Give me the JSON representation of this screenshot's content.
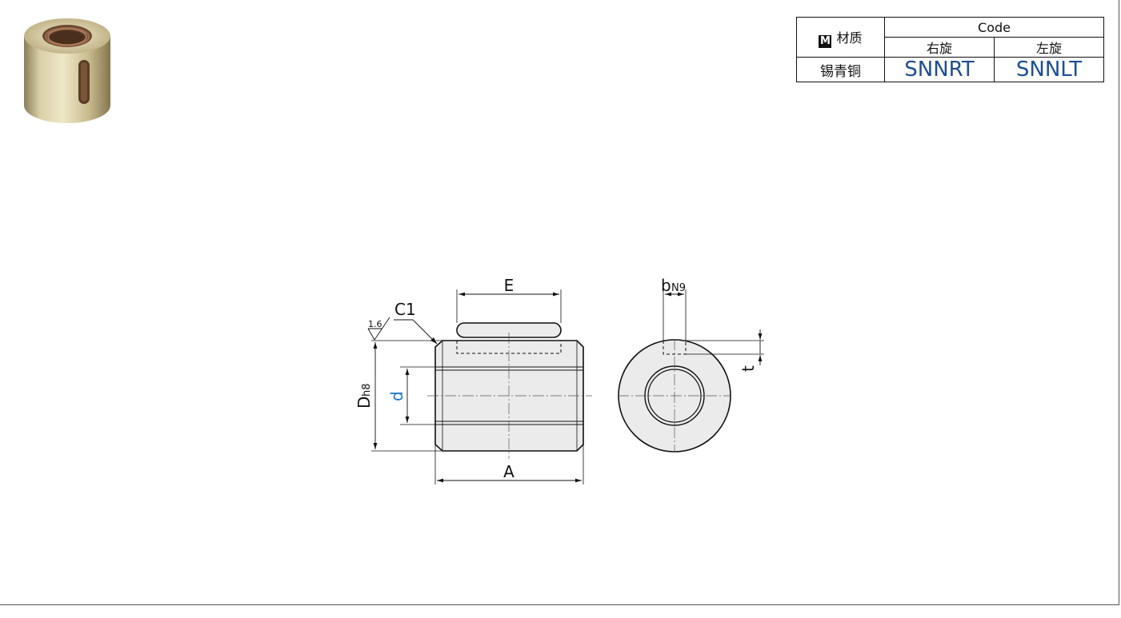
{
  "product_photo": {
    "icon": "brass-nut-photo"
  },
  "spec_table": {
    "material_header": "材质",
    "material_badge": "M",
    "code_header": "Code",
    "right_hand_label": "右旋",
    "left_hand_label": "左旋",
    "material_value": "锡青铜",
    "right_hand_code": "SNNRT",
    "left_hand_code": "SNNLT",
    "code_color": "#1d4f91"
  },
  "drawing": {
    "label_E": "E",
    "label_C1": "C1",
    "label_roughness": "1.6",
    "label_D": "D",
    "label_D_sub": "h8",
    "label_d": "d",
    "label_A": "A",
    "label_b": "b",
    "label_b_sub": "N9",
    "label_t": "t",
    "highlight_color": "#1a73c8"
  }
}
